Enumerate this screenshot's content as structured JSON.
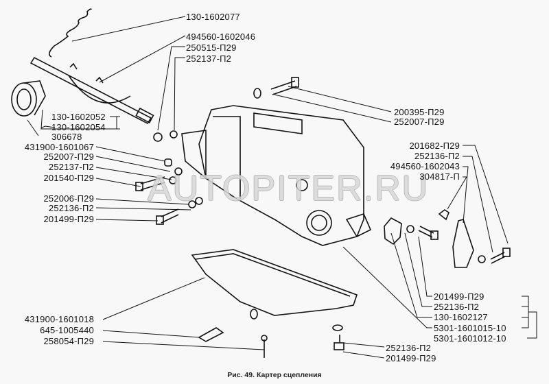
{
  "figure": {
    "caption": "Рис. 49. Картер сцепления",
    "watermark": "AUTOPITER.RU"
  },
  "labels": {
    "top_right_group": [
      "130-1602077",
      "494560-1602046",
      "250515-П29",
      "252137-П2"
    ],
    "release_bearing_group": [
      "130-1602052",
      "130-1602054",
      "306678"
    ],
    "left_group": [
      "431900-1601067",
      "252007-П29",
      "252137-П2",
      "201540-П29",
      "252006-П29",
      "252136-П2",
      "201499-П29"
    ],
    "upper_right_group": [
      "200395-П29",
      "252007-П29"
    ],
    "lever_group": [
      "201682-П29",
      "252136-П2",
      "494560-1602043",
      "304817-П"
    ],
    "lower_right_group": [
      "201499-П29",
      "252136-П2",
      "130-1602127",
      "5301-1601015-10",
      "5301-1601012-10"
    ],
    "pan_group": [
      "431900-1601018",
      "645-1005440",
      "258054-П29"
    ],
    "bottom_right_group": [
      "252136-П2",
      "201499-П29"
    ]
  },
  "colors": {
    "line": "#111111",
    "background": "#f8f8f8"
  }
}
